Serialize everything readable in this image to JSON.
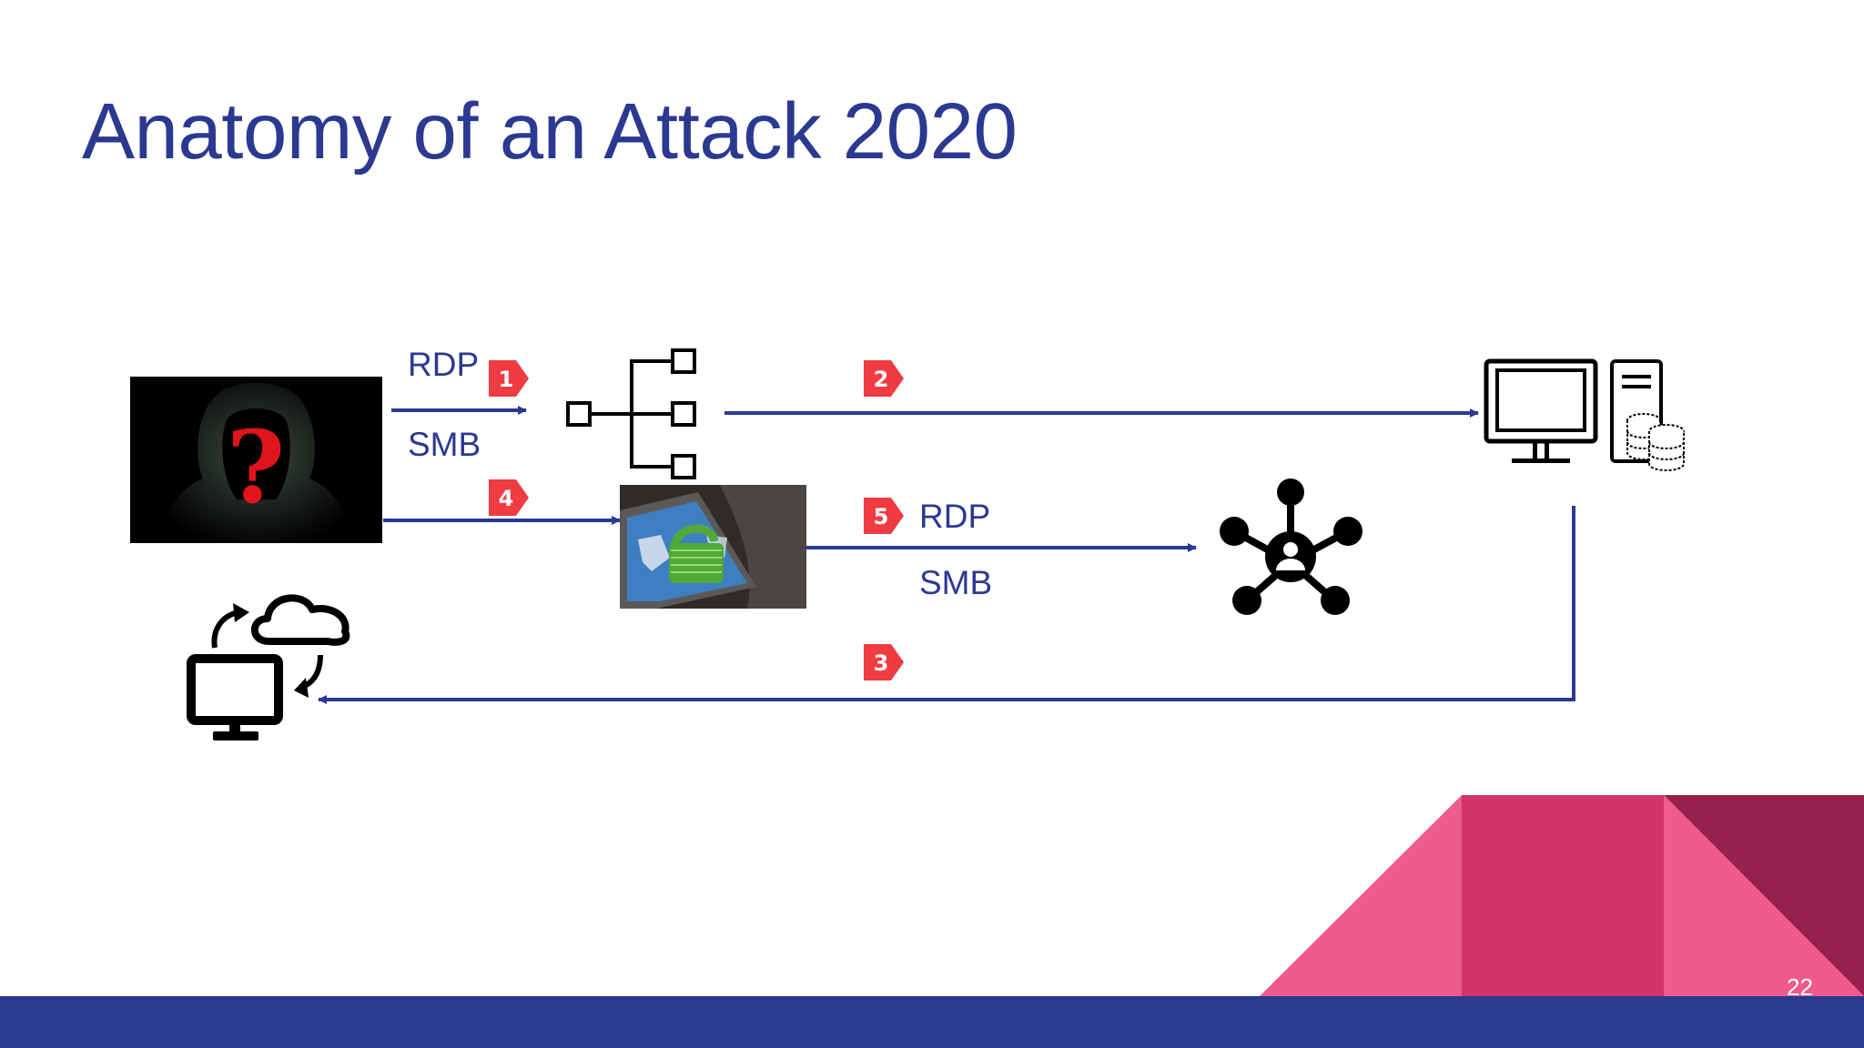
{
  "slide": {
    "title": "Anatomy of an Attack 2020",
    "page_number": "22"
  },
  "labels": {
    "rdp_1": "RDP",
    "smb_1": "SMB",
    "rdp_5": "RDP",
    "smb_5": "SMB"
  },
  "steps": [
    "1",
    "2",
    "3",
    "4",
    "5"
  ],
  "icons": {
    "attacker": "hooded-hacker-image",
    "network": "network-hierarchy-icon",
    "tablet": "tablet-lock-image",
    "workstation": "computer-icon",
    "server": "server-database-icon",
    "hub": "network-hub-user-icon",
    "sync": "cloud-sync-computer-icon"
  },
  "colors": {
    "title": "#2b3990",
    "arrow": "#2b3990",
    "badge": "#ef3b42",
    "bar": "#2b3990",
    "pink_light": "#ef5b8c",
    "pink_mid": "#d13466",
    "maroon": "#96214c"
  }
}
